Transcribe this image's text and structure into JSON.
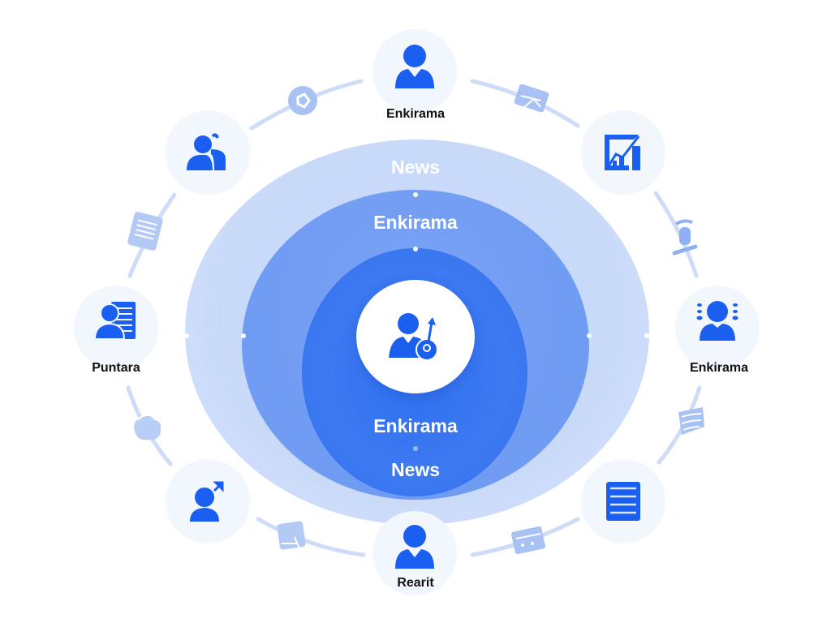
{
  "diagram": {
    "type": "concentric-ring-hub",
    "colors": {
      "primary": "#1a5ff0",
      "outer_ring": "#c9daf9",
      "middle_ring": "#729df3",
      "inner_ring": "#2f6ff0",
      "node_bg": "#f2f6fd",
      "connector": "#c9d8f7"
    },
    "center": {
      "icon": "user-key-icon"
    },
    "rings": {
      "outer_top_label": "News",
      "middle_top_label": "Enkirama",
      "inner_bottom_label": "Enkirama",
      "middle_bottom_label": "News"
    },
    "nodes": [
      {
        "id": "top",
        "label": "Enkirama",
        "icon": "user-icon"
      },
      {
        "id": "top-left",
        "label": "",
        "icon": "user-profile-icon"
      },
      {
        "id": "top-right",
        "label": "",
        "icon": "chart-growth-icon"
      },
      {
        "id": "left",
        "label": "Puntara",
        "icon": "user-list-icon"
      },
      {
        "id": "right",
        "label": "Enkirama",
        "icon": "user-broadcast-icon"
      },
      {
        "id": "bottom-left",
        "label": "",
        "icon": "user-arrow-icon"
      },
      {
        "id": "bottom-right",
        "label": "",
        "icon": "document-icon"
      },
      {
        "id": "bottom",
        "label": "Rearit",
        "icon": "user-icon"
      }
    ],
    "connector_icons": [
      "tag-icon",
      "envelope-icon",
      "notepad-icon",
      "pin-icon",
      "cloud-icon",
      "signal-icon",
      "image-edit-icon",
      "card-icon"
    ]
  }
}
